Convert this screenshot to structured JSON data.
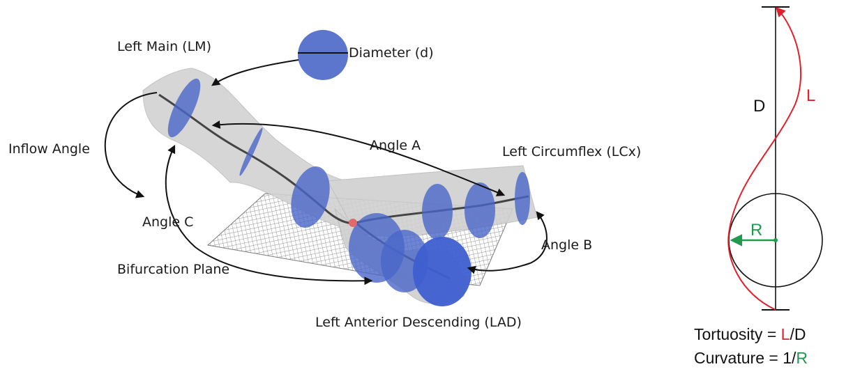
{
  "labels": {
    "left_main": "Left Main (LM)",
    "diameter": "Diameter (d)",
    "inflow_angle": "Inflow Angle",
    "angle_a": "Angle A",
    "left_circumflex": "Left Circumflex (LCx)",
    "angle_c": "Angle C",
    "angle_b": "Angle B",
    "bifurcation_plane": "Bifurcation Plane",
    "lad": "Left Anterior Descending (LAD)"
  },
  "tortuosity_panel": {
    "d_label": "D",
    "l_label": "L",
    "r_label": "R",
    "tortuosity_prefix": "Tortuosity = ",
    "tortuosity_l": "L",
    "tortuosity_suffix": "/D",
    "curvature_prefix": "Curvature = 1/",
    "curvature_r": "R"
  },
  "colors": {
    "vessel": "#d2d2d2",
    "cross_section": "#4a66c8",
    "l_color": "#e0202a",
    "r_color": "#1f9a4e"
  }
}
